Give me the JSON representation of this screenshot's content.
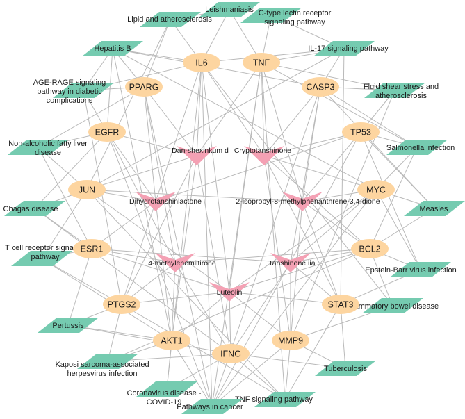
{
  "colors": {
    "gene": "#fdd5a0",
    "compound": "#f4a1b4",
    "pathway": "#75cbb0",
    "edge": "#b9b9b9"
  },
  "compounds": [
    {
      "id": "c1",
      "label": "Dan-shexinkum d"
    },
    {
      "id": "c2",
      "label": "Cryptotanshinone"
    },
    {
      "id": "c3",
      "label": "Dihydrotanshinlactone"
    },
    {
      "id": "c4",
      "label": "2-isopropyl-8-methylphenanthrene-3,4-dione"
    },
    {
      "id": "c5",
      "label": "4-methylenemiltirone"
    },
    {
      "id": "c6",
      "label": "Tanshinone iia"
    },
    {
      "id": "c7",
      "label": "Luteolin"
    }
  ],
  "genes": [
    {
      "id": "g1",
      "label": "IL6"
    },
    {
      "id": "g2",
      "label": "TNF"
    },
    {
      "id": "g3",
      "label": "PPARG"
    },
    {
      "id": "g4",
      "label": "CASP3"
    },
    {
      "id": "g5",
      "label": "EGFR"
    },
    {
      "id": "g6",
      "label": "TP53"
    },
    {
      "id": "g7",
      "label": "JUN"
    },
    {
      "id": "g8",
      "label": "MYC"
    },
    {
      "id": "g9",
      "label": "ESR1"
    },
    {
      "id": "g10",
      "label": "BCL2"
    },
    {
      "id": "g11",
      "label": "PTGS2"
    },
    {
      "id": "g12",
      "label": "STAT3"
    },
    {
      "id": "g13",
      "label": "AKT1"
    },
    {
      "id": "g14",
      "label": "MMP9"
    },
    {
      "id": "g15",
      "label": "IFNG"
    }
  ],
  "pathways": [
    {
      "id": "p1",
      "lines": [
        "Leishmaniasis"
      ]
    },
    {
      "id": "p2",
      "lines": [
        "C-type lectin receptor",
        "signaling pathway"
      ]
    },
    {
      "id": "p3",
      "lines": [
        "Lipid and atherosclerosis"
      ]
    },
    {
      "id": "p4",
      "lines": [
        "Hepatitis B"
      ]
    },
    {
      "id": "p5",
      "lines": [
        "IL-17 signaling pathway"
      ]
    },
    {
      "id": "p6",
      "lines": [
        "AGE-RAGE signaling",
        "pathway in diabetic",
        "complications"
      ]
    },
    {
      "id": "p7",
      "lines": [
        "Fluid shear stress and",
        "atherosclerosis"
      ]
    },
    {
      "id": "p8",
      "lines": [
        "Non-alcoholic fatty liver",
        "disease"
      ]
    },
    {
      "id": "p9",
      "lines": [
        "Salmonella infection"
      ]
    },
    {
      "id": "p10",
      "lines": [
        "Chagas disease"
      ]
    },
    {
      "id": "p11",
      "lines": [
        "Measles"
      ]
    },
    {
      "id": "p12",
      "lines": [
        "T cell receptor signaling",
        "pathway"
      ]
    },
    {
      "id": "p13",
      "lines": [
        "Epstein-Barr virus infection"
      ]
    },
    {
      "id": "p14",
      "lines": [
        "Pertussis"
      ]
    },
    {
      "id": "p15",
      "lines": [
        "Inflammatory bowel disease"
      ]
    },
    {
      "id": "p16",
      "lines": [
        "Kaposi sarcoma-associated",
        "herpesvirus infection"
      ]
    },
    {
      "id": "p17",
      "lines": [
        "Tuberculosis"
      ]
    },
    {
      "id": "p18",
      "lines": [
        "Coronavirus disease -",
        "COVID-19"
      ]
    },
    {
      "id": "p19",
      "lines": [
        "TNF signaling pathway"
      ]
    },
    {
      "id": "p20",
      "lines": [
        "Pathways in cancer"
      ]
    }
  ],
  "edges": [
    [
      "c1",
      "g1"
    ],
    [
      "c1",
      "g2"
    ],
    [
      "c1",
      "g3"
    ],
    [
      "c1",
      "g5"
    ],
    [
      "c1",
      "g7"
    ],
    [
      "c1",
      "g11"
    ],
    [
      "c1",
      "g13"
    ],
    [
      "c1",
      "g15"
    ],
    [
      "c2",
      "g2"
    ],
    [
      "c2",
      "g4"
    ],
    [
      "c2",
      "g6"
    ],
    [
      "c2",
      "g8"
    ],
    [
      "c2",
      "g10"
    ],
    [
      "c2",
      "g12"
    ],
    [
      "c2",
      "g14"
    ],
    [
      "c2",
      "g1"
    ],
    [
      "c3",
      "g3"
    ],
    [
      "c3",
      "g5"
    ],
    [
      "c3",
      "g7"
    ],
    [
      "c3",
      "g9"
    ],
    [
      "c3",
      "g11"
    ],
    [
      "c3",
      "g13"
    ],
    [
      "c3",
      "g1"
    ],
    [
      "c3",
      "g6"
    ],
    [
      "c4",
      "g4"
    ],
    [
      "c4",
      "g6"
    ],
    [
      "c4",
      "g8"
    ],
    [
      "c4",
      "g10"
    ],
    [
      "c4",
      "g12"
    ],
    [
      "c4",
      "g14"
    ],
    [
      "c4",
      "g2"
    ],
    [
      "c4",
      "g7"
    ],
    [
      "c5",
      "g9"
    ],
    [
      "c5",
      "g11"
    ],
    [
      "c5",
      "g13"
    ],
    [
      "c5",
      "g15"
    ],
    [
      "c5",
      "g5"
    ],
    [
      "c5",
      "g3"
    ],
    [
      "c5",
      "g10"
    ],
    [
      "c6",
      "g12"
    ],
    [
      "c6",
      "g14"
    ],
    [
      "c6",
      "g10"
    ],
    [
      "c6",
      "g8"
    ],
    [
      "c6",
      "g15"
    ],
    [
      "c6",
      "g4"
    ],
    [
      "c6",
      "g9"
    ],
    [
      "c7",
      "g13"
    ],
    [
      "c7",
      "g15"
    ],
    [
      "c7",
      "g14"
    ],
    [
      "c7",
      "g11"
    ],
    [
      "c7",
      "g12"
    ],
    [
      "c7",
      "g1"
    ],
    [
      "c7",
      "g2"
    ],
    [
      "c7",
      "g7"
    ],
    [
      "c7",
      "g8"
    ],
    [
      "c7",
      "g9"
    ],
    [
      "c7",
      "g10"
    ],
    [
      "g1",
      "p3"
    ],
    [
      "g1",
      "p4"
    ],
    [
      "g1",
      "p5"
    ],
    [
      "g1",
      "p6"
    ],
    [
      "g1",
      "p1"
    ],
    [
      "g1",
      "p18"
    ],
    [
      "g1",
      "p20"
    ],
    [
      "g1",
      "p15"
    ],
    [
      "g2",
      "p1"
    ],
    [
      "g2",
      "p2"
    ],
    [
      "g2",
      "p5"
    ],
    [
      "g2",
      "p7"
    ],
    [
      "g2",
      "p19"
    ],
    [
      "g2",
      "p20"
    ],
    [
      "g2",
      "p9"
    ],
    [
      "g3",
      "p6"
    ],
    [
      "g3",
      "p8"
    ],
    [
      "g3",
      "p4"
    ],
    [
      "g3",
      "p3"
    ],
    [
      "g3",
      "p20"
    ],
    [
      "g4",
      "p5"
    ],
    [
      "g4",
      "p7"
    ],
    [
      "g4",
      "p9"
    ],
    [
      "g4",
      "p11"
    ],
    [
      "g4",
      "p4"
    ],
    [
      "g4",
      "p20"
    ],
    [
      "g5",
      "p8"
    ],
    [
      "g5",
      "p10"
    ],
    [
      "g5",
      "p6"
    ],
    [
      "g5",
      "p20"
    ],
    [
      "g5",
      "p4"
    ],
    [
      "g6",
      "p7"
    ],
    [
      "g6",
      "p9"
    ],
    [
      "g6",
      "p11"
    ],
    [
      "g6",
      "p13"
    ],
    [
      "g6",
      "p20"
    ],
    [
      "g7",
      "p8"
    ],
    [
      "g7",
      "p10"
    ],
    [
      "g7",
      "p12"
    ],
    [
      "g7",
      "p3"
    ],
    [
      "g7",
      "p5"
    ],
    [
      "g7",
      "p19"
    ],
    [
      "g8",
      "p9"
    ],
    [
      "g8",
      "p11"
    ],
    [
      "g8",
      "p13"
    ],
    [
      "g8",
      "p4"
    ],
    [
      "g8",
      "p20"
    ],
    [
      "g9",
      "p10"
    ],
    [
      "g9",
      "p12"
    ],
    [
      "g9",
      "p14"
    ],
    [
      "g9",
      "p8"
    ],
    [
      "g10",
      "p11"
    ],
    [
      "g10",
      "p13"
    ],
    [
      "g10",
      "p15"
    ],
    [
      "g10",
      "p9"
    ],
    [
      "g10",
      "p16"
    ],
    [
      "g11",
      "p12"
    ],
    [
      "g11",
      "p14"
    ],
    [
      "g11",
      "p16"
    ],
    [
      "g11",
      "p19"
    ],
    [
      "g11",
      "p6"
    ],
    [
      "g12",
      "p13"
    ],
    [
      "g12",
      "p15"
    ],
    [
      "g12",
      "p17"
    ],
    [
      "g12",
      "p19"
    ],
    [
      "g12",
      "p5"
    ],
    [
      "g13",
      "p14"
    ],
    [
      "g13",
      "p16"
    ],
    [
      "g13",
      "p18"
    ],
    [
      "g13",
      "p4"
    ],
    [
      "g13",
      "p20"
    ],
    [
      "g13",
      "p12"
    ],
    [
      "g14",
      "p15"
    ],
    [
      "g14",
      "p17"
    ],
    [
      "g14",
      "p19"
    ],
    [
      "g14",
      "p20"
    ],
    [
      "g14",
      "p7"
    ],
    [
      "g15",
      "p16"
    ],
    [
      "g15",
      "p17"
    ],
    [
      "g15",
      "p18"
    ],
    [
      "g15",
      "p19"
    ],
    [
      "g15",
      "p10"
    ],
    [
      "g15",
      "p14"
    ],
    [
      "p1",
      "p3"
    ],
    [
      "p2",
      "p5"
    ],
    [
      "p4",
      "p6"
    ]
  ]
}
